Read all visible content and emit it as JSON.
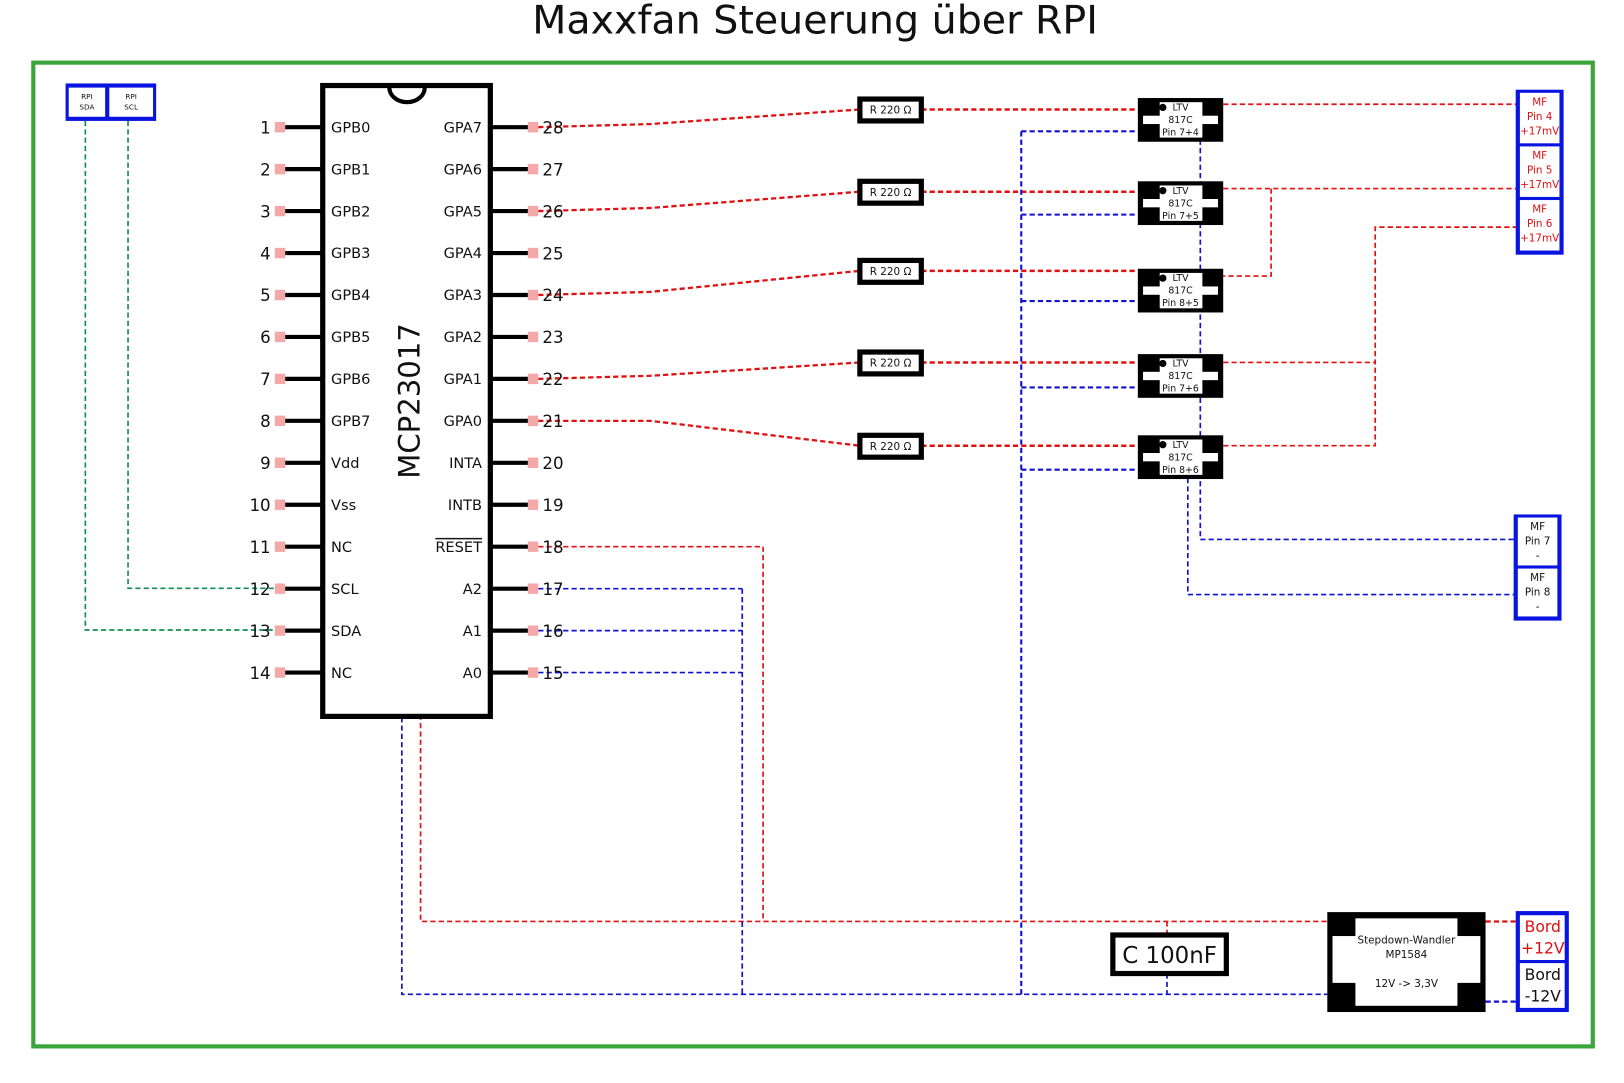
{
  "title": "Maxxfan Steuerung über RPI",
  "colors": {
    "frame": "#3aa53a",
    "signal": "#e01010",
    "ground": "#1010d0",
    "i2c": "#109050",
    "connector": "#0a14e0",
    "component": "#000000"
  },
  "rpi": [
    {
      "line1": "RPI",
      "line2": "SDA"
    },
    {
      "line1": "RPI",
      "line2": "SCL"
    }
  ],
  "chip": {
    "name": "MCP23017",
    "left_pins": [
      {
        "num": "1",
        "label": "GPB0"
      },
      {
        "num": "2",
        "label": "GPB1"
      },
      {
        "num": "3",
        "label": "GPB2"
      },
      {
        "num": "4",
        "label": "GPB3"
      },
      {
        "num": "5",
        "label": "GPB4"
      },
      {
        "num": "6",
        "label": "GPB5"
      },
      {
        "num": "7",
        "label": "GPB6"
      },
      {
        "num": "8",
        "label": "GPB7"
      },
      {
        "num": "9",
        "label": "Vdd"
      },
      {
        "num": "10",
        "label": "Vss"
      },
      {
        "num": "11",
        "label": "NC"
      },
      {
        "num": "12",
        "label": "SCL"
      },
      {
        "num": "13",
        "label": "SDA"
      },
      {
        "num": "14",
        "label": "NC"
      }
    ],
    "right_pins": [
      {
        "num": "28",
        "label": "GPA7"
      },
      {
        "num": "27",
        "label": "GPA6"
      },
      {
        "num": "26",
        "label": "GPA5"
      },
      {
        "num": "25",
        "label": "GPA4"
      },
      {
        "num": "24",
        "label": "GPA3"
      },
      {
        "num": "23",
        "label": "GPA2"
      },
      {
        "num": "22",
        "label": "GPA1"
      },
      {
        "num": "21",
        "label": "GPA0"
      },
      {
        "num": "20",
        "label": "INTA"
      },
      {
        "num": "19",
        "label": "INTB"
      },
      {
        "num": "18",
        "label": "RESET"
      },
      {
        "num": "17",
        "label": "A2"
      },
      {
        "num": "16",
        "label": "A1"
      },
      {
        "num": "15",
        "label": "A0"
      }
    ]
  },
  "resistors": [
    "R 220 Ω",
    "R 220 Ω",
    "R 220 Ω",
    "R 220 Ω",
    "R 220 Ω"
  ],
  "optocouplers": [
    {
      "line1": "LTV",
      "line2": "817C",
      "line3": "Pin 7+4"
    },
    {
      "line1": "LTV",
      "line2": "817C",
      "line3": "Pin 7+5"
    },
    {
      "line1": "LTV",
      "line2": "817C",
      "line3": "Pin 8+5"
    },
    {
      "line1": "LTV",
      "line2": "817C",
      "line3": "Pin 7+6"
    },
    {
      "line1": "LTV",
      "line2": "817C",
      "line3": "Pin 8+6"
    }
  ],
  "maxxfan_plus": [
    {
      "line1": "MF",
      "line2": "Pin 4",
      "line3": "+17mV"
    },
    {
      "line1": "MF",
      "line2": "Pin 5",
      "line3": "+17mV"
    },
    {
      "line1": "MF",
      "line2": "Pin 6",
      "line3": "+17mV"
    }
  ],
  "maxxfan_minus": [
    {
      "line1": "MF",
      "line2": "Pin 7",
      "line3": "-"
    },
    {
      "line1": "MF",
      "line2": "Pin 8",
      "line3": "-"
    }
  ],
  "capacitor": "C 100nF",
  "stepdown": {
    "line1": "Stepdown-Wandler",
    "line2": "MP1584",
    "line3": "12V -> 3,3V"
  },
  "bord": [
    {
      "line1": "Bord",
      "line2": "+12V"
    },
    {
      "line1": "Bord",
      "line2": "-12V"
    }
  ]
}
